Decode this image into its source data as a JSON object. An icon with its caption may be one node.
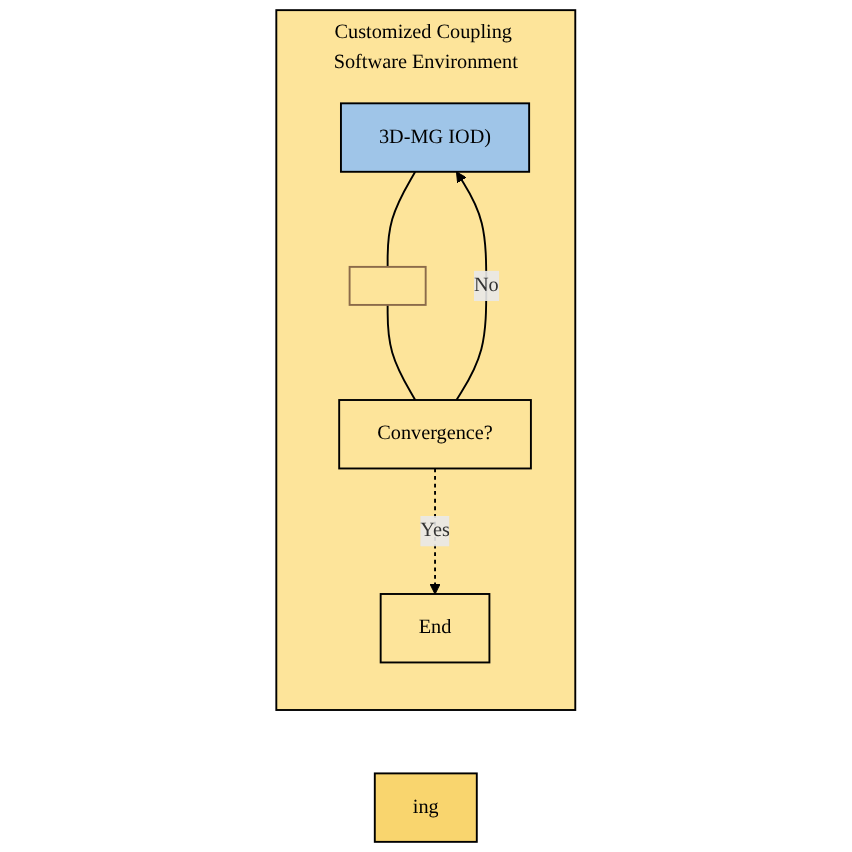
{
  "diagram": {
    "nodes": [
      {
        "text": [
          "Customized Coupling Software Environment"
        ]
      },
      {
        "text": [
          "3D-MG IOD)"
        ],
        "in": 0
      },
      {
        "text": [],
        "shape": "box",
        "in": 0
      },
      {
        "text": [
          "Convergence?"
        ],
        "in": 0
      },
      {
        "text": [
          "End"
        ],
        "in": 0
      },
      {
        "text": [
          "ing"
        ]
      }
    ],
    "edges": [
      {
        "from": 1,
        "to": 2,
        "arrow": "none"
      },
      {
        "from": 2,
        "to": 3,
        "arrow": "none"
      },
      {
        "from": 3,
        "to": 1,
        "arrow": "to",
        "label": "No"
      },
      {
        "from": 3,
        "to": 4,
        "arrow": "to",
        "label": "Yes",
        "style": "dashed"
      }
    ]
  }
}
